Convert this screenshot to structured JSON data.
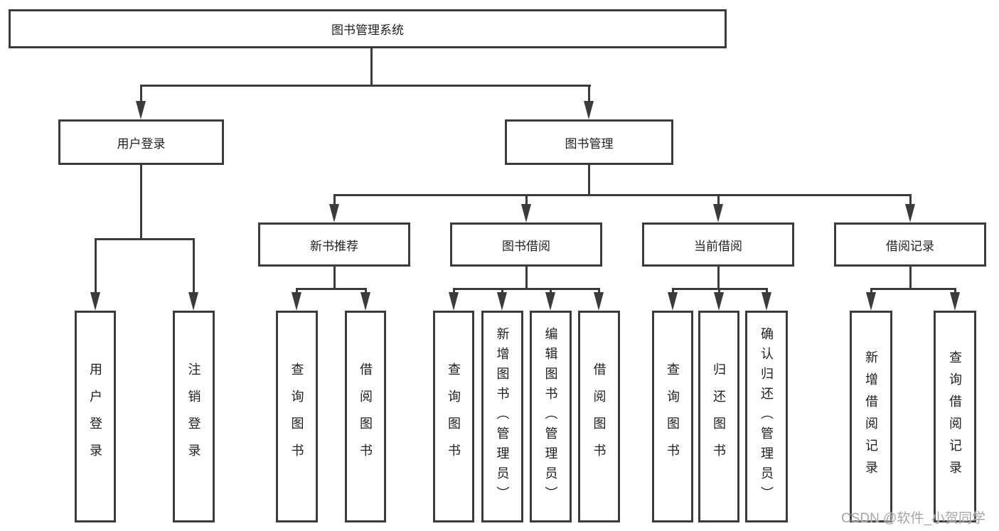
{
  "title": "图书管理系统",
  "branches": {
    "user_login": {
      "label": "用户登录",
      "children": [
        "用户登录",
        "注销登录"
      ]
    },
    "book_management": {
      "label": "图书管理",
      "sections": [
        {
          "label": "新书推荐",
          "children": [
            "查询图书",
            "借阅图书"
          ]
        },
        {
          "label": "图书借阅",
          "children": [
            "查询图书",
            "新增图书（管理员）",
            "编辑图书（管理员）",
            "借阅图书"
          ]
        },
        {
          "label": "当前借阅",
          "children": [
            "查询图书",
            "归还图书",
            "确认归还（管理员）"
          ]
        },
        {
          "label": "借阅记录",
          "children": [
            "新增借阅记录",
            "查询借阅记录"
          ]
        }
      ]
    }
  },
  "watermark": "CSDN @软件_小贺同学",
  "colors": {
    "line": "#3b3b3b",
    "text": "#1f1f1f",
    "watermark": "#a6a6a6",
    "background": "#ffffff"
  }
}
